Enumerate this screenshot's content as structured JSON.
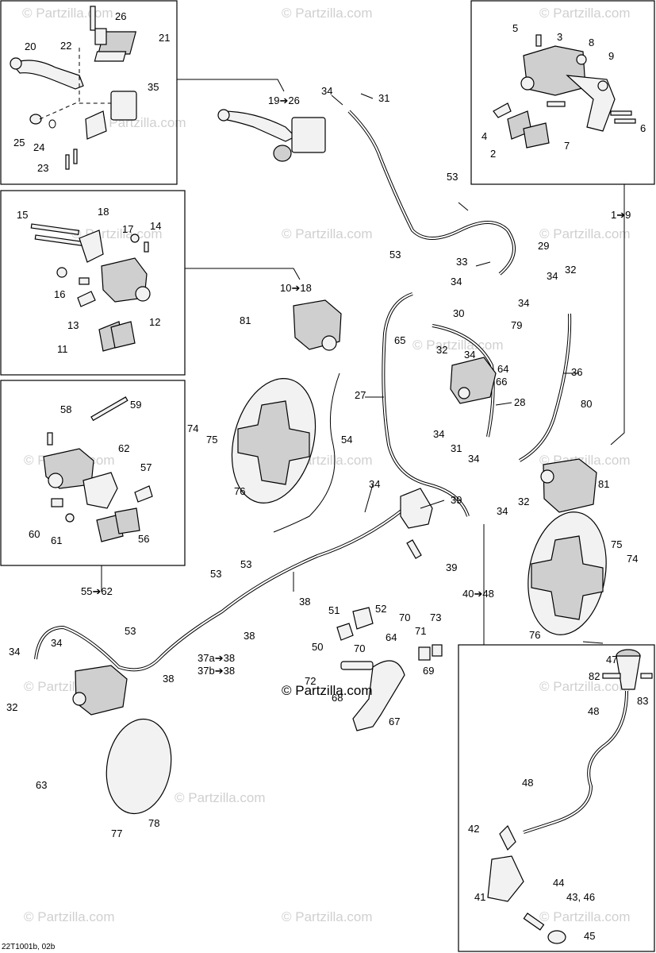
{
  "watermarks": [
    "© Partzilla.com",
    "© Partzilla.com",
    "© Partzilla.com",
    "© Partzilla.com",
    "© Partzilla.com",
    "© Partzilla.com",
    "© Partzilla.com",
    "© Partzilla.com",
    "© Partzilla.com",
    "© Partzilla.com",
    "© Partzilla.com",
    "© Partzilla.com",
    "© Partzilla.com",
    "© Partzilla.com",
    "© Partzilla.com",
    "© Partzilla.com",
    "© Partzilla.com"
  ],
  "center_watermark": "© Partzilla.com",
  "reference_code": "22T1001b, 02b",
  "callouts": {
    "c26": "26",
    "c21": "21",
    "c20": "20",
    "c22": "22",
    "c35": "35",
    "c25": "25",
    "c24": "24",
    "c23": "23",
    "c19_26": "19➔26",
    "c34a": "34",
    "c31a": "31",
    "c5": "5",
    "c3": "3",
    "c8": "8",
    "c9": "9",
    "c4": "4",
    "c2": "2",
    "c7": "7",
    "c6": "6",
    "c53a": "53",
    "c1_9": "1➔9",
    "c29": "29",
    "c53b": "53",
    "c15": "15",
    "c18": "18",
    "c17": "17",
    "c14": "14",
    "c16": "16",
    "c13": "13",
    "c12": "12",
    "c11": "11",
    "c10_18": "10➔18",
    "c33": "33",
    "c34b": "34",
    "c34c": "34",
    "c34d": "34",
    "c32a": "32",
    "c30": "30",
    "c79": "79",
    "c81a": "81",
    "c65": "65",
    "c32b": "32",
    "c34e": "34",
    "c64": "64",
    "c66": "66",
    "c36": "36",
    "c27": "27",
    "c28": "28",
    "c80": "80",
    "c34f": "34",
    "c31b": "31",
    "c34g": "34",
    "c58": "58",
    "c59": "59",
    "c62": "62",
    "c57": "57",
    "c60": "60",
    "c61": "61",
    "c56": "56",
    "c74a": "74",
    "c75a": "75",
    "c54": "54",
    "c76a": "76",
    "c34h": "34",
    "c39a": "39",
    "c81b": "81",
    "c34i": "34",
    "c32c": "32",
    "c55_62": "55➔62",
    "c53c": "53",
    "c53d": "53",
    "c38a": "38",
    "c39b": "39",
    "c40_48": "40➔48",
    "c75b": "75",
    "c74b": "74",
    "c51": "51",
    "c52": "52",
    "c70a": "70",
    "c73": "73",
    "c71": "71",
    "c64b": "64",
    "c69": "69",
    "c70b": "70",
    "c50": "50",
    "c38b": "38",
    "c53e": "53",
    "c37": "37a➔38",
    "c37b": "37b➔38",
    "c38c": "38",
    "c34j": "34",
    "c34k": "34",
    "c32d": "32",
    "c72": "72",
    "c68": "68",
    "c67": "67",
    "c76b": "76",
    "c47": "47",
    "c82": "82",
    "c83": "83",
    "c48a": "48",
    "c48b": "48",
    "c42": "42",
    "c44": "44",
    "c41": "41",
    "c43_46": "43, 46",
    "c45": "45",
    "c63": "63",
    "c78": "78",
    "c77": "77"
  }
}
